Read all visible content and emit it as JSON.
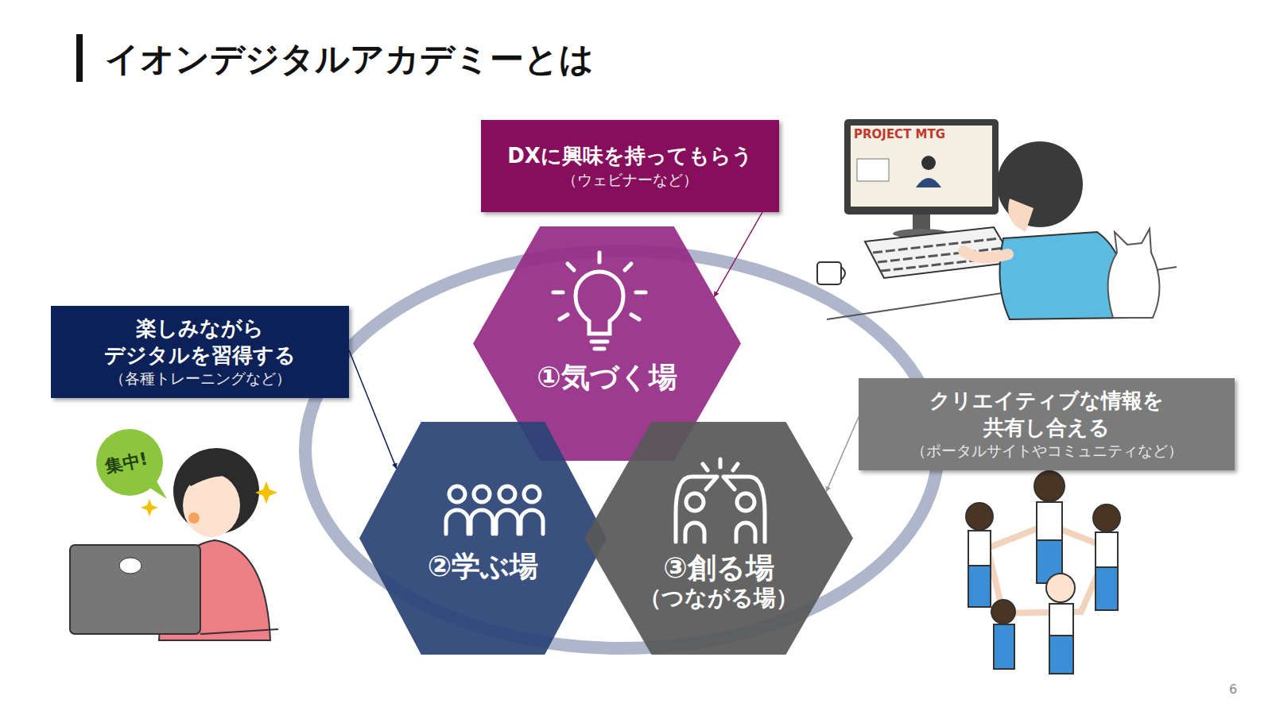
{
  "diagram": {
    "title": "イオンデジタルアカデミーとは",
    "nodes": [
      {
        "text": [
          "DXに興味を持ってもらう",
          "（ウェビナーなど）"
        ]
      },
      {
        "text": [
          "①気づく場"
        ]
      },
      {
        "text": [
          "楽しみながら デジタルを習得する",
          "（各種トレーニングなど）"
        ]
      },
      {
        "text": [
          "②学ぶ場"
        ]
      },
      {
        "text": [
          "③創る場",
          "（つながる場）"
        ]
      },
      {
        "text": [
          "クリエイティブな情報を 共有し合える",
          "（ポータルサイトやコミュニティなど）"
        ]
      }
    ],
    "edges": [
      {
        "from": 0,
        "to": 1,
        "arrow": "to"
      },
      {
        "from": 2,
        "to": 3,
        "arrow": "to"
      },
      {
        "from": 5,
        "to": 4,
        "arrow": "to"
      }
    ],
    "labels": [
      "PROJECT MTG",
      "集中!",
      "6"
    ]
  }
}
